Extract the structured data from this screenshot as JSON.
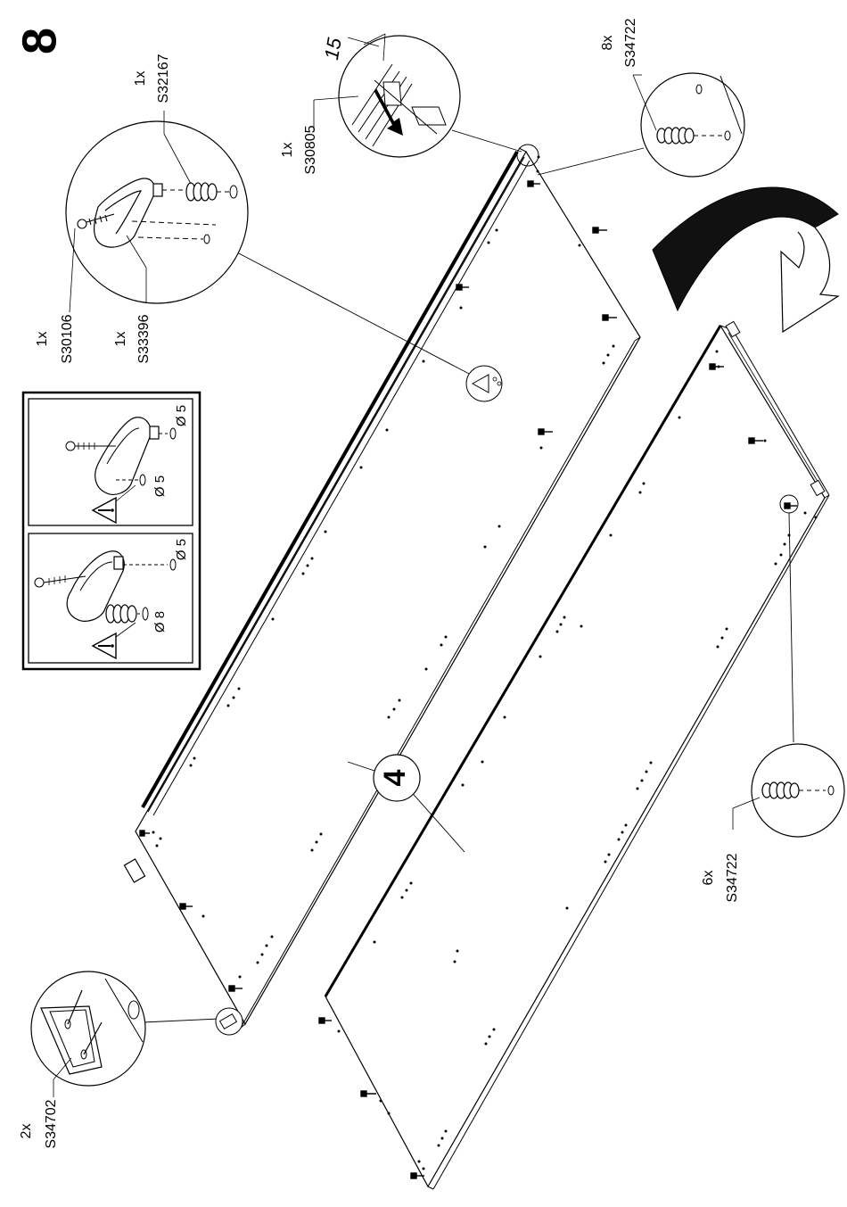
{
  "step_number": "8",
  "panel_number": "4",
  "dimension": {
    "value": "15"
  },
  "parts": {
    "s32167": {
      "qty": "1x",
      "code": "S32167"
    },
    "s30805": {
      "qty": "1x",
      "code": "S30805"
    },
    "s34722_top": {
      "qty": "8x",
      "code": "S34722"
    },
    "s30106": {
      "qty": "1x",
      "code": "S30106"
    },
    "s33396": {
      "qty": "1x",
      "code": "S33396"
    },
    "s34702": {
      "qty": "2x",
      "code": "S34702"
    },
    "s34722_bottom": {
      "qty": "6x",
      "code": "S34722"
    }
  },
  "legend": {
    "panel_a": {
      "hole_top": "Ø 5",
      "hole_bottom": "Ø 5"
    },
    "panel_b": {
      "hole_top": "Ø 5",
      "hole_bottom": "Ø 8"
    }
  },
  "icons": [
    "warning-triangle-icon",
    "flip-arrow-icon",
    "screw-icon",
    "dowel-icon",
    "bracket-icon"
  ]
}
